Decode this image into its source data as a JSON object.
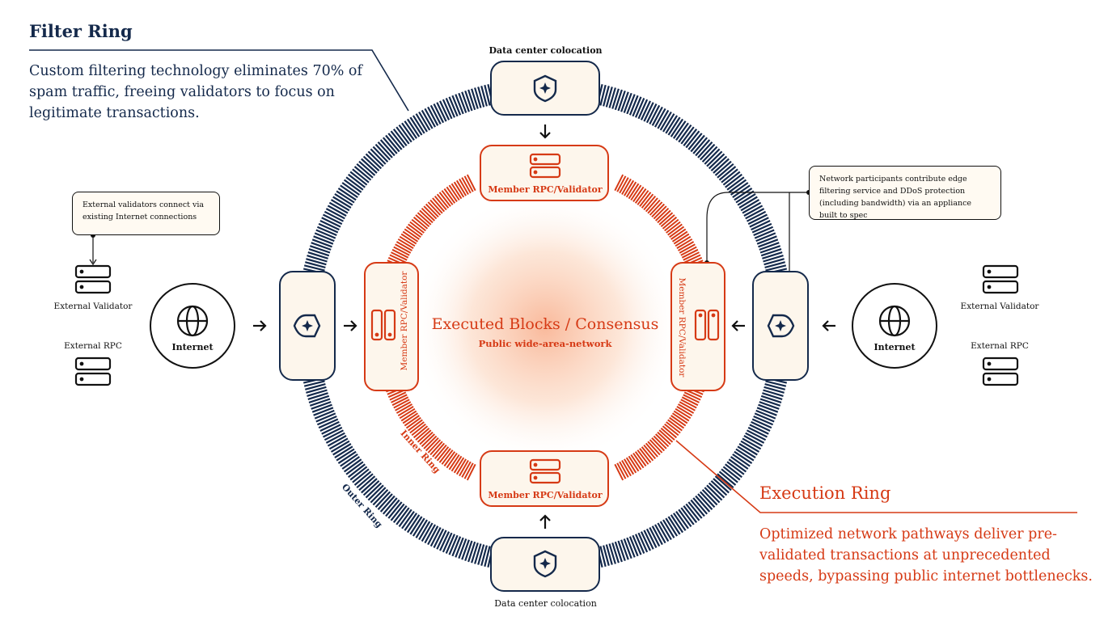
{
  "filter_ring": {
    "title": "Filter Ring",
    "description": "Custom filtering technology eliminates 70% of spam traffic, freeing validators to focus on legitimate transactions."
  },
  "execution_ring": {
    "title": "Execution Ring",
    "description": "Optimized network pathways deliver pre-validated transactions at unprecedented speeds, bypassing public internet bottlenecks."
  },
  "center": {
    "title": "Executed Blocks / Consensus",
    "subtitle": "Public wide-area-network"
  },
  "rings": {
    "inner": "Inner Ring",
    "outer": "Outer Ring"
  },
  "nodes": {
    "data_center_top": "Data center colocation",
    "data_center_bottom": "Data center colocation",
    "member_top": "Member RPC/Validator",
    "member_bottom": "Member RPC/Validator",
    "member_left": "Member RPC/Validator",
    "member_right": "Member RPC/Validator",
    "internet_left": "Internet",
    "internet_right": "Internet"
  },
  "external": {
    "left_validator": "External Validator",
    "left_rpc": "External RPC",
    "right_validator": "External Validator",
    "right_rpc": "External RPC"
  },
  "notes": {
    "left": "External validators connect via existing Internet connections",
    "right": "Network participants contribute edge filtering service and DDoS protection (including bandwidth) via an appliance built to spec"
  },
  "icons": {
    "filter": "shield-star-icon",
    "server": "server-icon",
    "internet": "globe-icon",
    "arrow": "arrow-icon"
  },
  "colors": {
    "navy": "#14294b",
    "accent_red": "#d63a15",
    "box_fill": "#fdf6ec",
    "glow": "#f7b48f"
  }
}
